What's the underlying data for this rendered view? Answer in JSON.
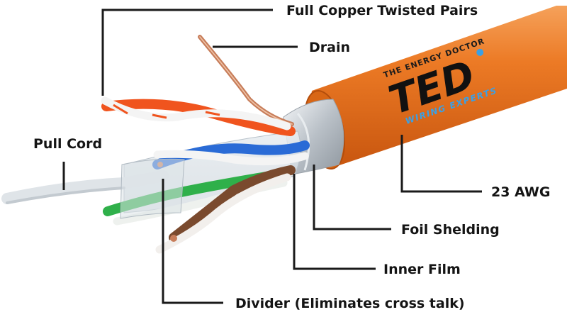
{
  "labels": {
    "twisted_pairs": "Full Copper Twisted Pairs",
    "drain": "Drain",
    "pull_cord": "Pull Cord",
    "awg": "23 AWG",
    "foil": "Foil Shelding",
    "inner_film": "Inner Film",
    "divider": "Divider (Eliminates cross talk)"
  },
  "brand": {
    "tagline": "THE ENERGY DOCTOR",
    "logo": "TED",
    "subtitle": "WIRING EXPERTS"
  },
  "colors": {
    "jacket": "#e8731f",
    "jacket_dark": "#c4560e",
    "jacket_light": "#f59340",
    "foil": "#c9ced3",
    "copper": "#c77d5a",
    "pair_orange": "#f0541e",
    "pair_blue": "#2a6bd6",
    "pair_green": "#2fb04a",
    "pair_brown": "#7a4a2e",
    "logo_blue": "#3aa0e6",
    "leader": "#1a1a1a"
  }
}
